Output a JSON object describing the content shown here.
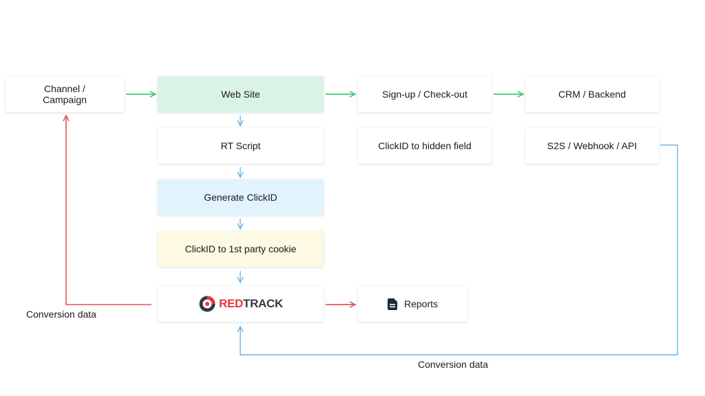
{
  "nodes": {
    "channel": "Channel /\nCampaign",
    "website": "Web Site",
    "signup": "Sign-up / Check-out",
    "crm": "CRM / Backend",
    "rt_script": "RT Script",
    "clickid_hidden": "ClickID to hidden field",
    "s2s": "S2S / Webhook / API",
    "generate": "Generate ClickID",
    "cookie": "ClickID to 1st party cookie",
    "reports": "Reports"
  },
  "logo": {
    "part1": "RED",
    "part2": "TRACK"
  },
  "labels": {
    "conversion_left": "Conversion data",
    "conversion_bottom": "Conversion data"
  },
  "colors": {
    "green_arrow": "#3ccb73",
    "blue_arrow": "#6ab4e8",
    "red_arrow": "#e8525a",
    "website_fill": "#d9f4e4",
    "generate_fill": "#e1f3fd",
    "cookie_fill": "#fdf9e2",
    "logo_red": "#e8343c",
    "logo_dark": "#333a45"
  },
  "icons": {
    "reports": "document-icon",
    "logo": "redtrack-logo-icon"
  }
}
